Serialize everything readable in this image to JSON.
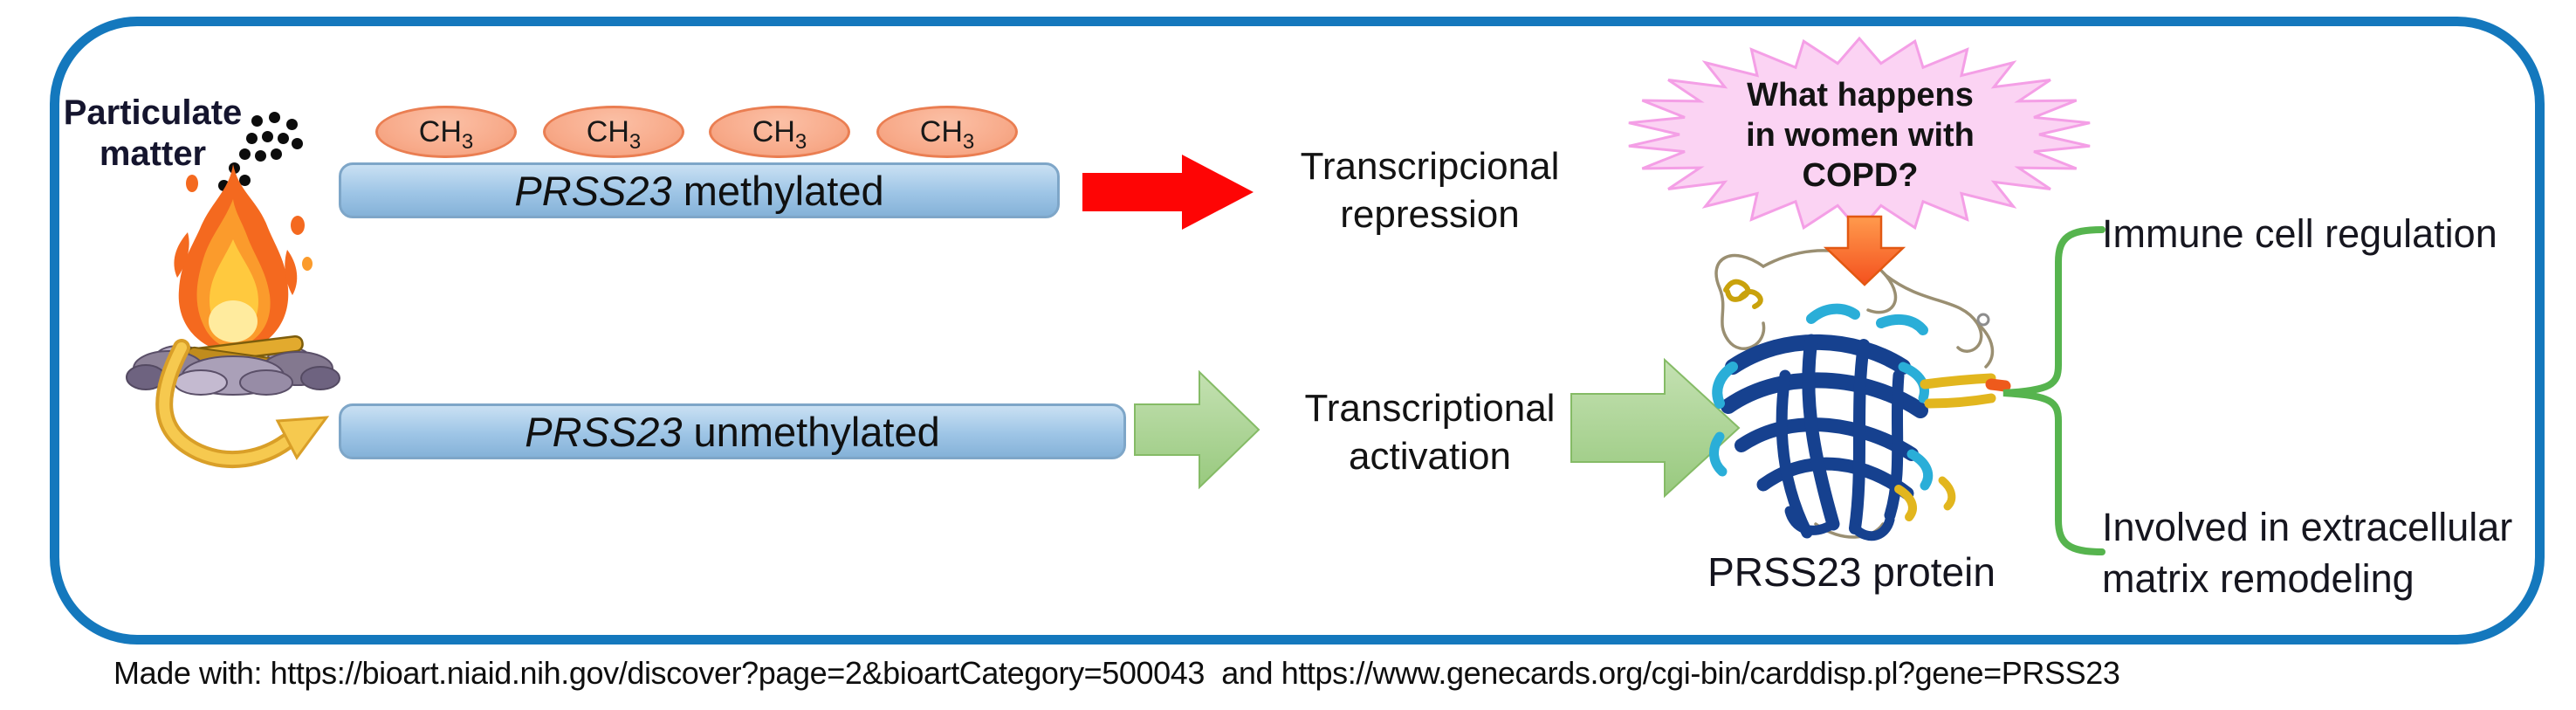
{
  "particulate": {
    "line1": "Particulate",
    "line2": "matter"
  },
  "methyl": {
    "base": "CH",
    "sub": "3"
  },
  "rows": {
    "methylated": {
      "gene": "PRSS23",
      "state": "methylated",
      "result_line1": "Transcripcional",
      "result_line2": "repression"
    },
    "unmethylated": {
      "gene": "PRSS23",
      "state": "unmethylated",
      "result_line1": "Transcriptional",
      "result_line2": "activation"
    }
  },
  "question": {
    "line1": "What happens",
    "line2": "in women with",
    "line3": "COPD?"
  },
  "protein": {
    "label": "PRSS23 protein"
  },
  "functions": {
    "immune": "Immune cell regulation",
    "ecm_line1": "Involved in  extracellular",
    "ecm_line2": "matrix  remodeling"
  },
  "footer": {
    "credit": "Made with: https://bioart.niaid.nih.gov/discover?page=2&bioartCategory=500043  and https://www.genecards.org/cgi-bin/carddisp.pl?gene=PRSS23"
  },
  "colors": {
    "frame_blue": "#1478bd",
    "bar_blue": "#9ec5e6",
    "bar_border": "#7ea6c8",
    "methyl_fill": "#f8ab8b",
    "methyl_border": "#ea7e52",
    "arrow_red": "#fe0505",
    "arrow_green": "#abd494",
    "arrow_green_border": "#85bb66",
    "burst_pink": "#fbd3f3",
    "burst_border": "#f49fe6",
    "arrow_orange": "#f8601e",
    "arrow_yellow": "#f6c94f",
    "brace_green": "#56b44e"
  }
}
